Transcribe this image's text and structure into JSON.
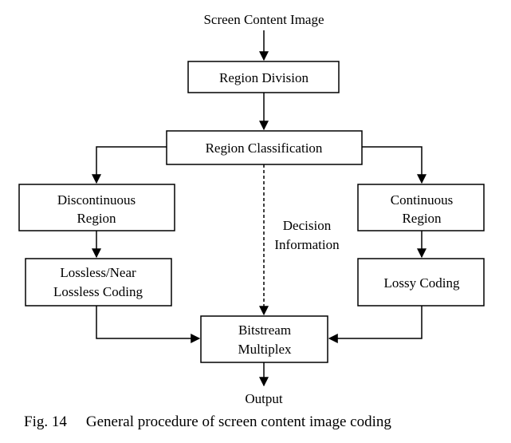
{
  "diagram": {
    "input_label": "Screen Content Image",
    "nodes": {
      "region_division": [
        "Region Division"
      ],
      "region_classification": [
        "Region Classification"
      ],
      "discontinuous_region": [
        "Discontinuous",
        "Region"
      ],
      "continuous_region": [
        "Continuous",
        "Region"
      ],
      "lossless_coding": [
        "Lossless/Near",
        "Lossless Coding"
      ],
      "lossy_coding": [
        "Lossy Coding"
      ],
      "bitstream_multiplex": [
        "Bitstream",
        "Multiplex"
      ]
    },
    "decision_label": [
      "Decision",
      "Information"
    ],
    "output_label": "Output"
  },
  "caption": {
    "number": "Fig.  14",
    "text": "General procedure of screen content image coding"
  }
}
